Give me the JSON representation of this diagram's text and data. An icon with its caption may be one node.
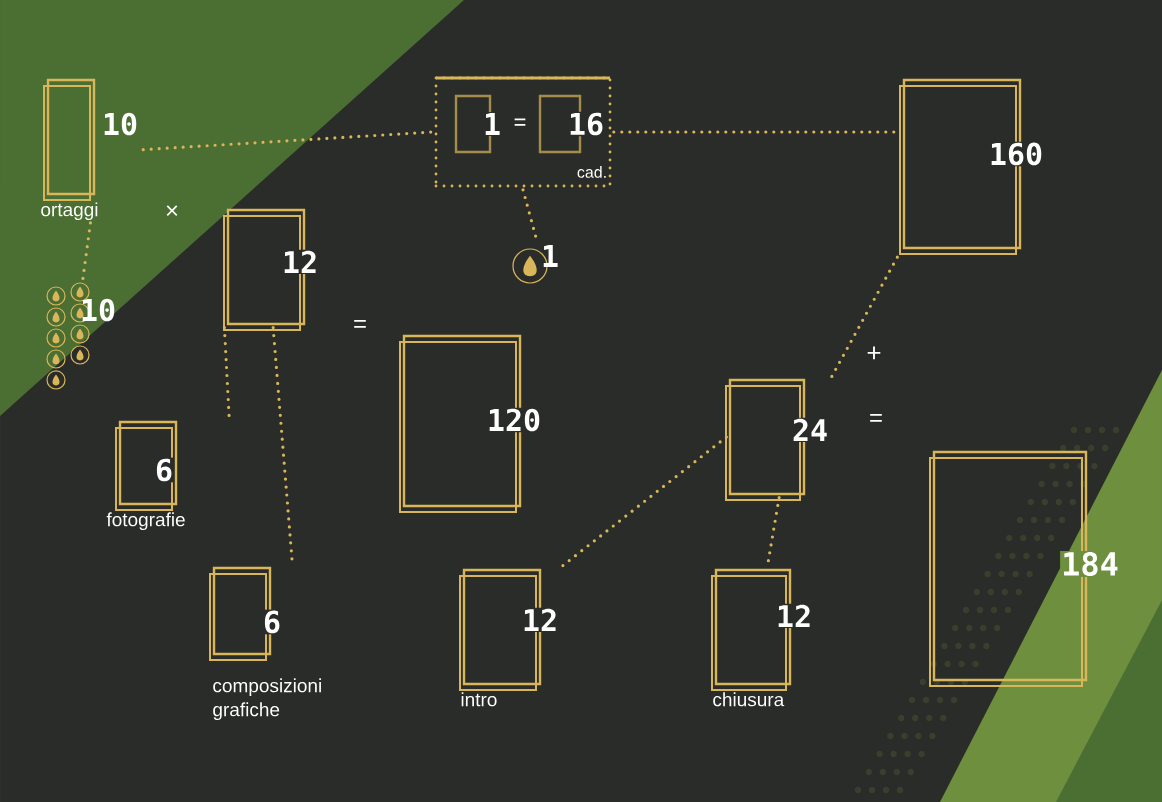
{
  "diagram": {
    "nodes": [
      {
        "text": [
          "10"
        ],
        "beside": [
          "ortaggi"
        ]
      },
      {
        "text": [
          "cad."
        ]
      },
      {
        "text": [
          "1"
        ],
        "in": 1
      },
      {
        "text": [
          "16"
        ],
        "in": 1
      },
      {
        "text": [
          "160"
        ]
      },
      {
        "text": [
          "1"
        ]
      },
      {
        "text": [
          "10"
        ]
      },
      {
        "text": [
          "12"
        ]
      },
      {
        "text": [
          "120"
        ]
      },
      {
        "text": [
          "6"
        ],
        "beside": [
          "fotografie"
        ]
      },
      {
        "text": [
          "24"
        ]
      },
      {
        "text": [
          "6"
        ],
        "beside": [
          "composizioni grafiche"
        ]
      },
      {
        "text": [
          "12"
        ],
        "beside": [
          "intro"
        ]
      },
      {
        "text": [
          "12"
        ],
        "beside": [
          "chiusura"
        ]
      },
      {
        "text": [
          "184"
        ]
      }
    ],
    "edges": [
      {
        "from": 0,
        "to": 1,
        "arrow": "none"
      },
      {
        "from": 1,
        "to": 4,
        "arrow": "none"
      },
      {
        "from": 1,
        "to": 5,
        "arrow": "none"
      },
      {
        "from": 0,
        "to": 6,
        "arrow": "none"
      },
      {
        "from": 7,
        "to": 9,
        "arrow": "none"
      },
      {
        "from": 7,
        "to": 11,
        "arrow": "none"
      },
      {
        "from": 10,
        "to": 4,
        "arrow": "none"
      },
      {
        "from": 10,
        "to": 12,
        "arrow": "none"
      },
      {
        "from": 10,
        "to": 13,
        "arrow": "none"
      }
    ],
    "labels": [
      "=",
      "×",
      "=",
      "+",
      "="
    ]
  }
}
